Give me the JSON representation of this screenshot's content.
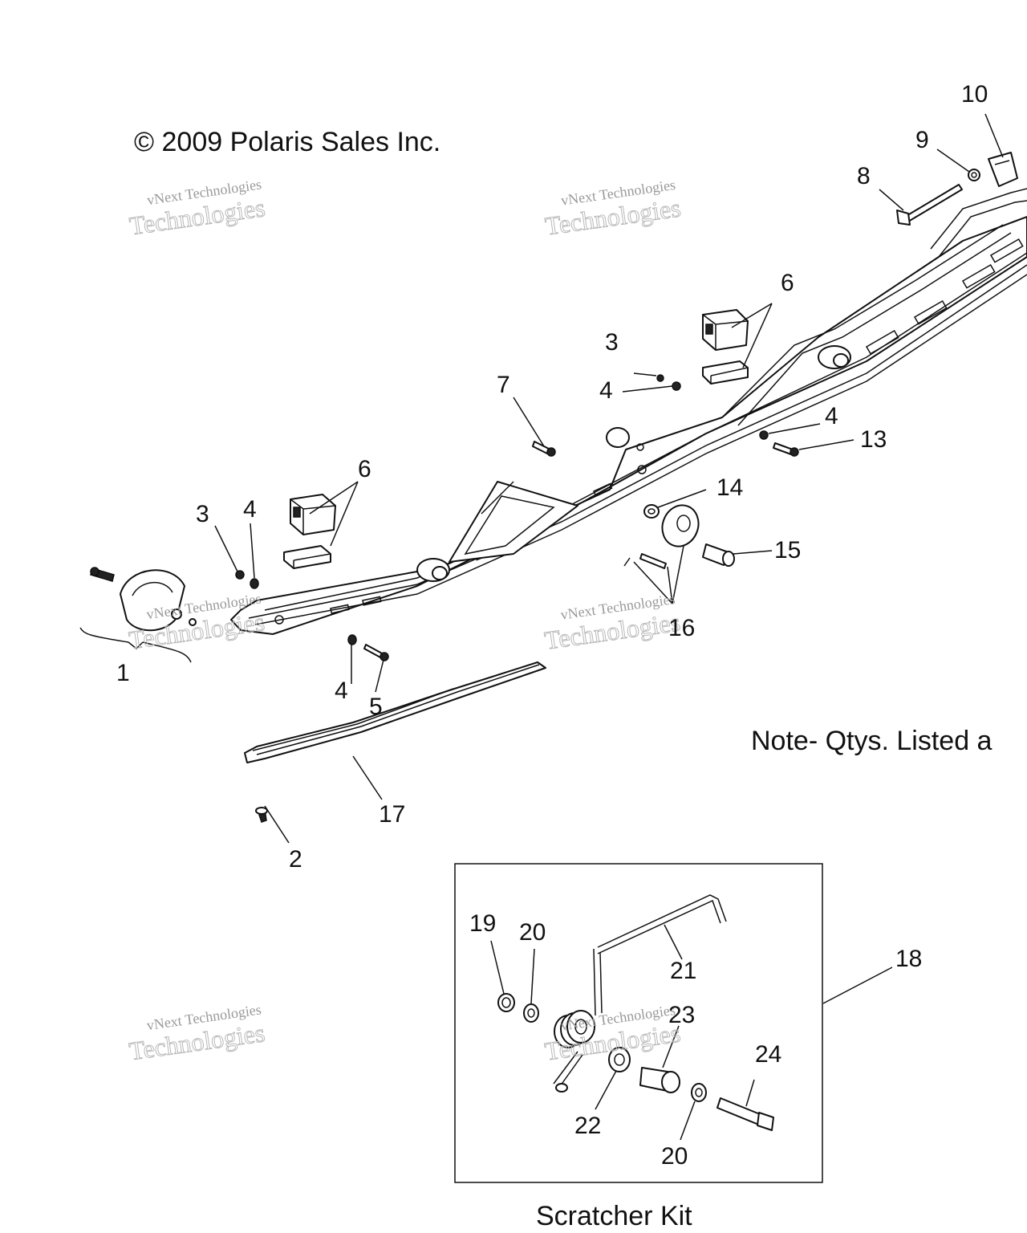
{
  "copyright": "© 2009 Polaris Sales Inc.",
  "note": "Note- Qtys. Listed a",
  "kit_title": "Scratcher Kit",
  "watermark": {
    "line1": "vNext Technologies",
    "line2": "vNext Technologies",
    "line3": "Technologies"
  },
  "callouts": {
    "c1": "1",
    "c2": "2",
    "c3a": "3",
    "c3b": "3",
    "c4a": "4",
    "c4b": "4",
    "c4c": "4",
    "c4d": "4",
    "c5": "5",
    "c6a": "6",
    "c6b": "6",
    "c7": "7",
    "c8": "8",
    "c9": "9",
    "c10": "10",
    "c13": "13",
    "c14": "14",
    "c15": "15",
    "c16": "16",
    "c17": "17",
    "c18": "18",
    "c19": "19",
    "c20a": "20",
    "c20b": "20",
    "c21": "21",
    "c22": "22",
    "c23": "23",
    "c24": "24"
  }
}
